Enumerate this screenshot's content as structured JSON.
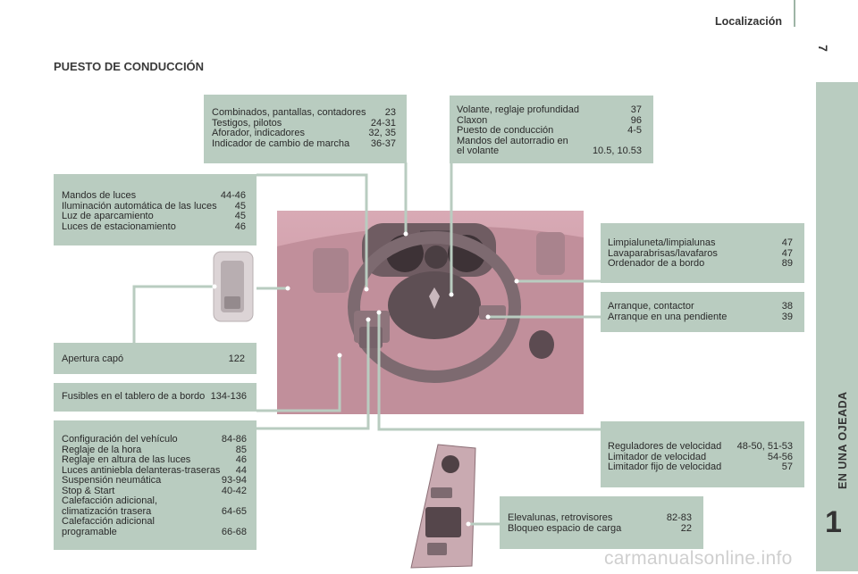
{
  "header": {
    "section": "Localización",
    "page_number": "7"
  },
  "title": "PUESTO DE CONDUCCIÓN",
  "sidebar": {
    "label": "EN UNA OJEADA",
    "chapter": "1"
  },
  "boxes": {
    "instruments": [
      {
        "label": "Combinados, pantallas, contadores",
        "page": "23"
      },
      {
        "label": "Testigos, pilotos",
        "page": "24-31"
      },
      {
        "label": "Aforador, indicadores",
        "page": "32, 35"
      },
      {
        "label": "Indicador de cambio de marcha",
        "page": "36-37"
      }
    ],
    "steering": [
      {
        "label": "Volante, reglaje profundidad",
        "page": "37"
      },
      {
        "label": "Claxon",
        "page": "96"
      },
      {
        "label": "Puesto de conducción",
        "page": "4-5"
      },
      {
        "label": "Mandos del autorradio en",
        "page": ""
      },
      {
        "label": "el volante",
        "page": "10.5, 10.53"
      }
    ],
    "lights": [
      {
        "label": "Mandos de luces",
        "page": "44-46"
      },
      {
        "label": "Iluminación automática de las luces",
        "page": "45"
      },
      {
        "label": "Luz de aparcamiento",
        "page": "45"
      },
      {
        "label": "Luces de estacionamiento",
        "page": "46"
      }
    ],
    "wipers": [
      {
        "label": "Limpialuneta/limpialunas",
        "page": "47"
      },
      {
        "label": "Lavaparabrisas/lavafaros",
        "page": "47"
      },
      {
        "label": "Ordenador de a bordo",
        "page": "89"
      }
    ],
    "ignition": [
      {
        "label": "Arranque, contactor",
        "page": "38"
      },
      {
        "label": "Arranque en una pendiente",
        "page": "39"
      }
    ],
    "bonnet": [
      {
        "label": "Apertura capó",
        "page": "122"
      }
    ],
    "fuses": [
      {
        "label": "Fusibles en el tablero de a bordo",
        "page": "134-136"
      }
    ],
    "config": [
      {
        "label": "Configuración del vehículo",
        "page": "84-86"
      },
      {
        "label": "Reglaje de la hora",
        "page": "85"
      },
      {
        "label": "Reglaje en altura de las luces",
        "page": "46"
      },
      {
        "label": "Luces antiniebla delanteras-traseras",
        "page": "44"
      },
      {
        "label": "Suspensión neumática",
        "page": "93-94"
      },
      {
        "label": "Stop & Start",
        "page": "40-42"
      },
      {
        "label": "Calefacción adicional,",
        "page": ""
      },
      {
        "label": "climatización trasera",
        "page": "64-65"
      },
      {
        "label": "Calefacción adicional",
        "page": ""
      },
      {
        "label": "programable",
        "page": "66-68"
      }
    ],
    "cruise": [
      {
        "label": "Reguladores de velocidad",
        "page": "48-50, 51-53"
      },
      {
        "label": "Limitador de velocidad",
        "page": "54-56"
      },
      {
        "label": "Limitador fijo de velocidad",
        "page": "57"
      }
    ],
    "windows": [
      {
        "label": "Elevalunas, retrovisores",
        "page": "82-83"
      },
      {
        "label": "Bloqueo espacio de carga",
        "page": "22"
      }
    ]
  },
  "watermark": "carmanualsonline.info",
  "colors": {
    "box_bg": "#b9ccc0",
    "photo_bg": "#cf9ca8",
    "leader_line": "#b9ccc0"
  }
}
